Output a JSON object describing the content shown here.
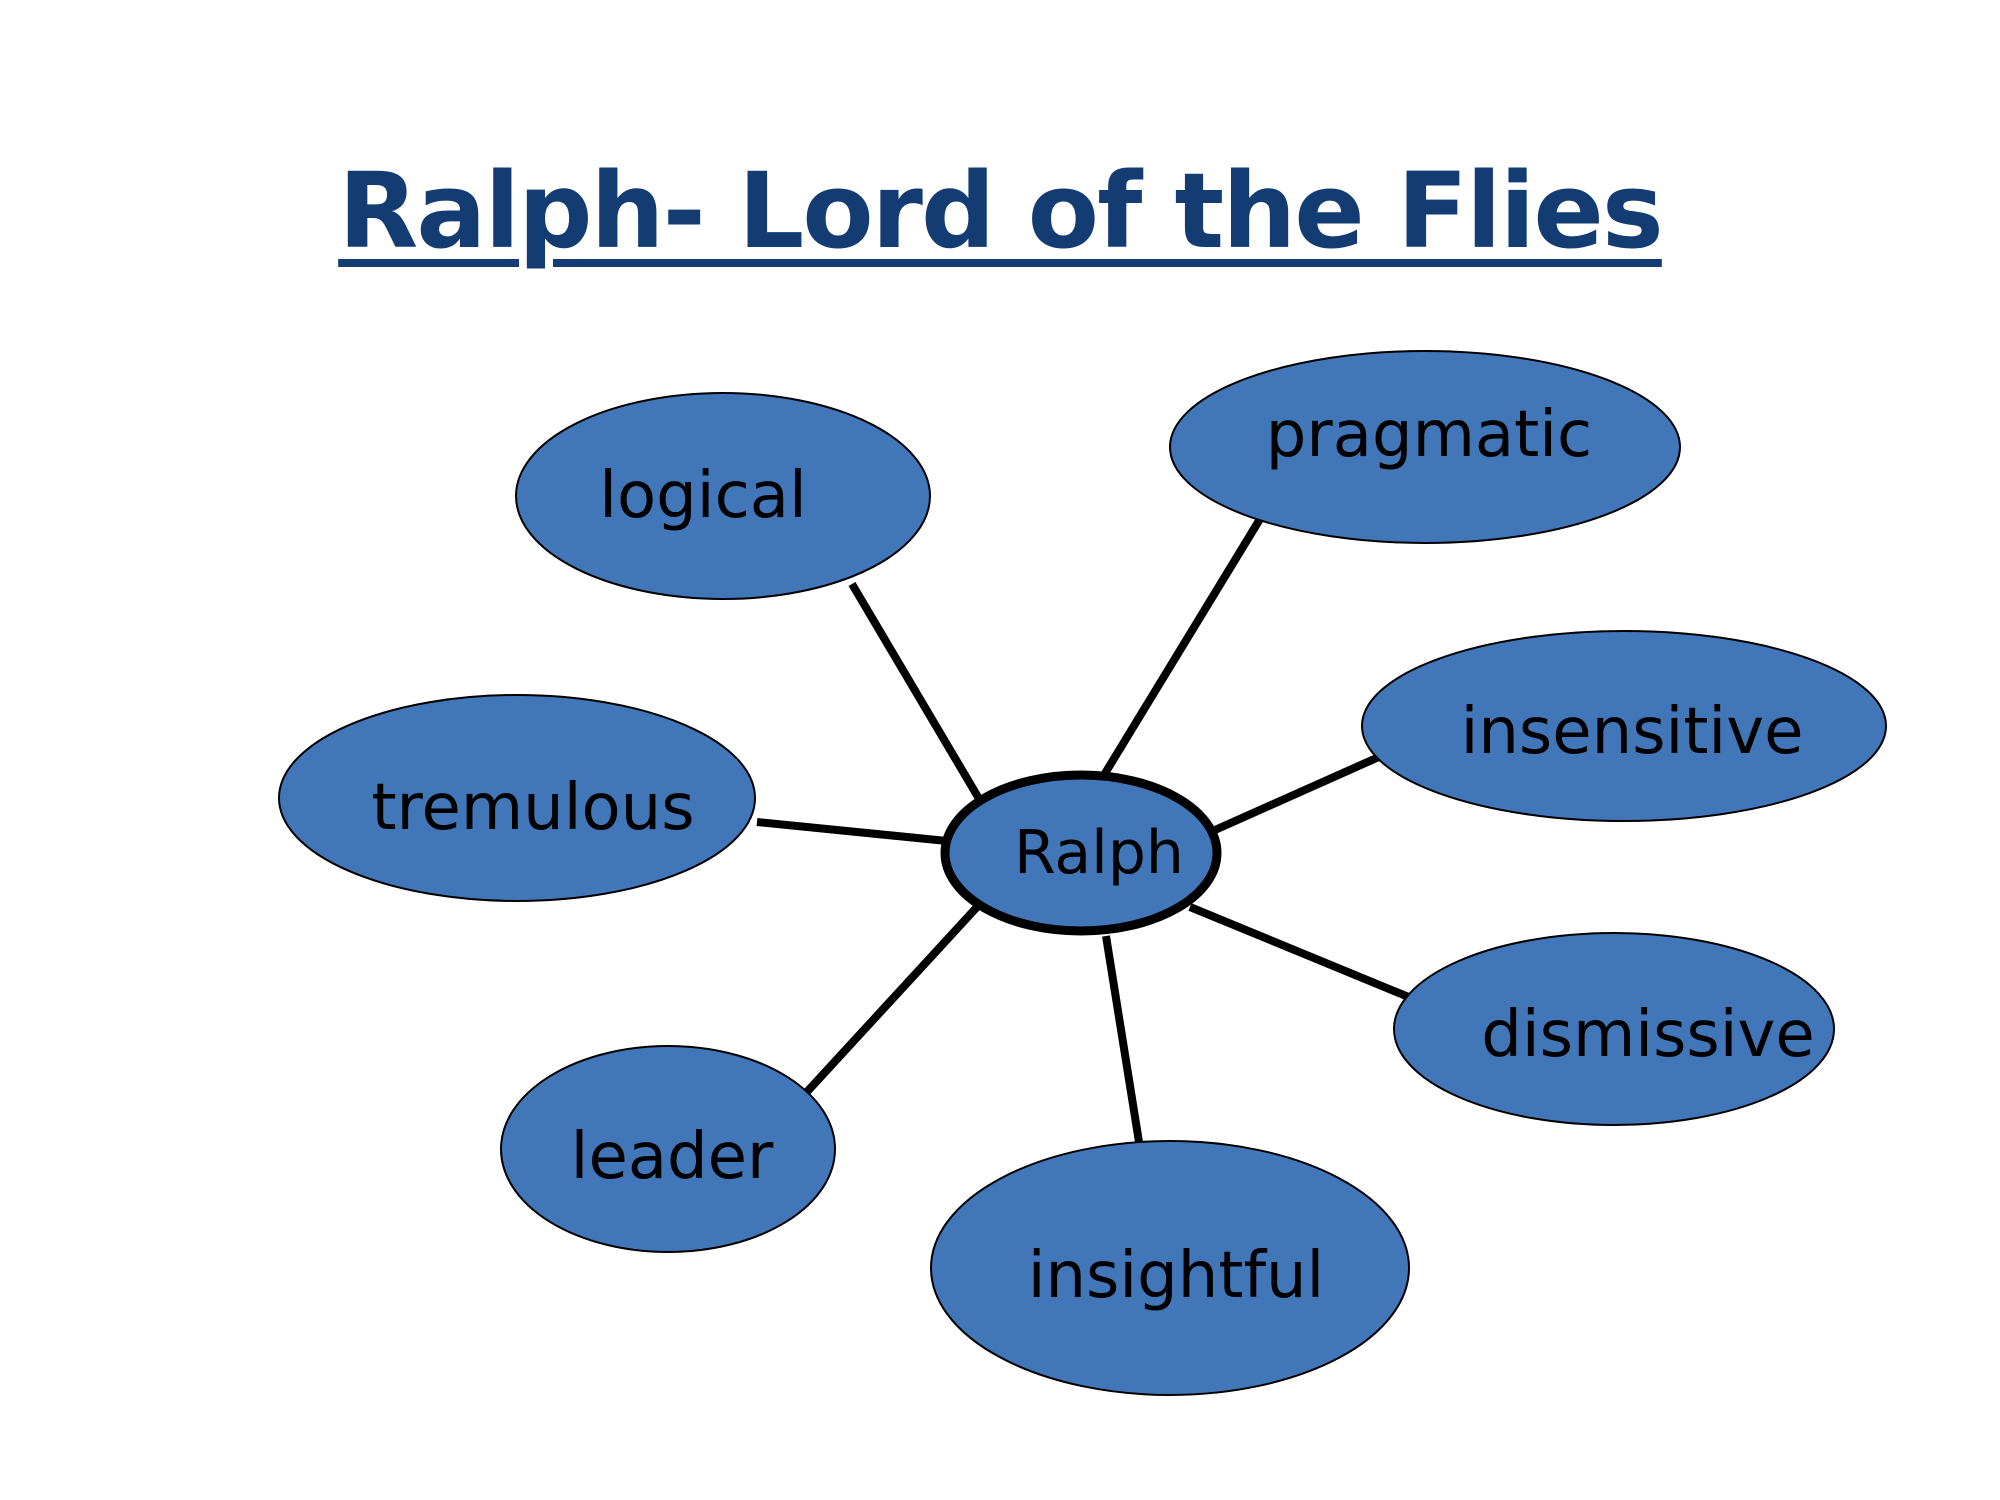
{
  "title": "Ralph- Lord of the Flies",
  "colors": {
    "title": "#133c73",
    "node_fill": "#4176b8",
    "node_stroke": "#000000",
    "connector": "#000000",
    "background": "#ffffff"
  },
  "diagram": {
    "type": "mind-map",
    "center": {
      "id": "ralph",
      "label": "Ralph"
    },
    "nodes": [
      {
        "id": "logical",
        "label": "logical"
      },
      {
        "id": "pragmatic",
        "label": "pragmatic"
      },
      {
        "id": "insensitive",
        "label": "insensitive"
      },
      {
        "id": "tremulous",
        "label": "tremulous"
      },
      {
        "id": "dismissive",
        "label": "dismissive"
      },
      {
        "id": "leader",
        "label": "leader"
      },
      {
        "id": "insightful",
        "label": "insightful"
      }
    ],
    "edges": [
      {
        "from": "ralph",
        "to": "logical"
      },
      {
        "from": "ralph",
        "to": "pragmatic"
      },
      {
        "from": "ralph",
        "to": "insensitive"
      },
      {
        "from": "ralph",
        "to": "tremulous"
      },
      {
        "from": "ralph",
        "to": "dismissive"
      },
      {
        "from": "ralph",
        "to": "leader"
      },
      {
        "from": "ralph",
        "to": "insightful"
      }
    ]
  }
}
